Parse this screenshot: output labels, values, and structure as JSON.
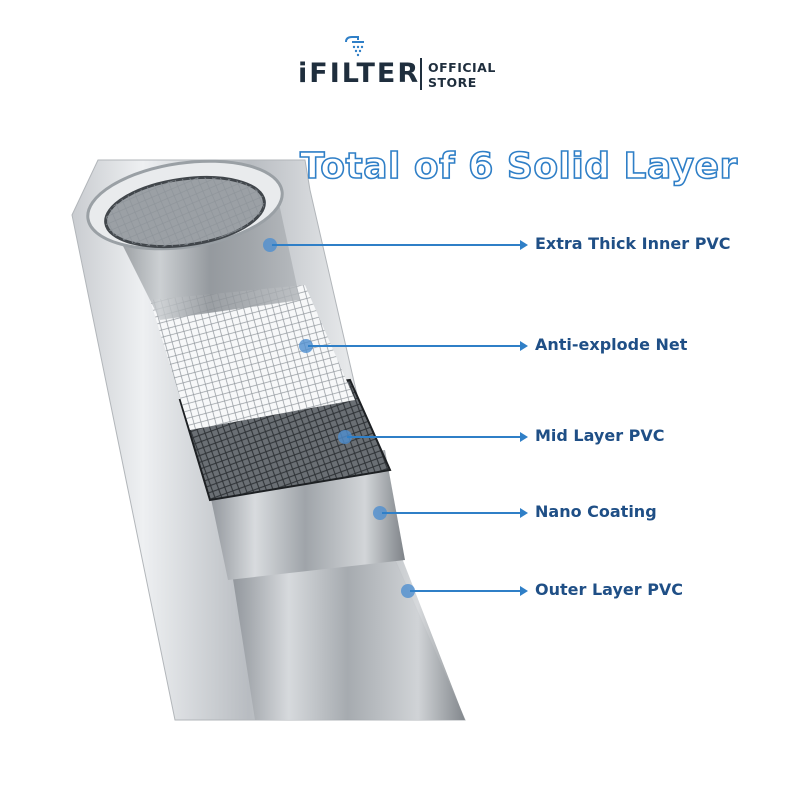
{
  "brand": {
    "name": "iFILTER",
    "line1": "OFFICIAL",
    "line2": "STORE",
    "icon": "shower-icon"
  },
  "headline": "Total of 6 Solid Layer",
  "layers": [
    {
      "label": "Extra Thick Inner PVC"
    },
    {
      "label": "Anti-explode Net"
    },
    {
      "label": "Mid Layer PVC"
    },
    {
      "label": "Nano Coating"
    },
    {
      "label": "Outer Layer PVC"
    }
  ],
  "colors": {
    "accent": "#2f7fc7",
    "label": "#1f4f86",
    "brand": "#1f2e3d"
  }
}
